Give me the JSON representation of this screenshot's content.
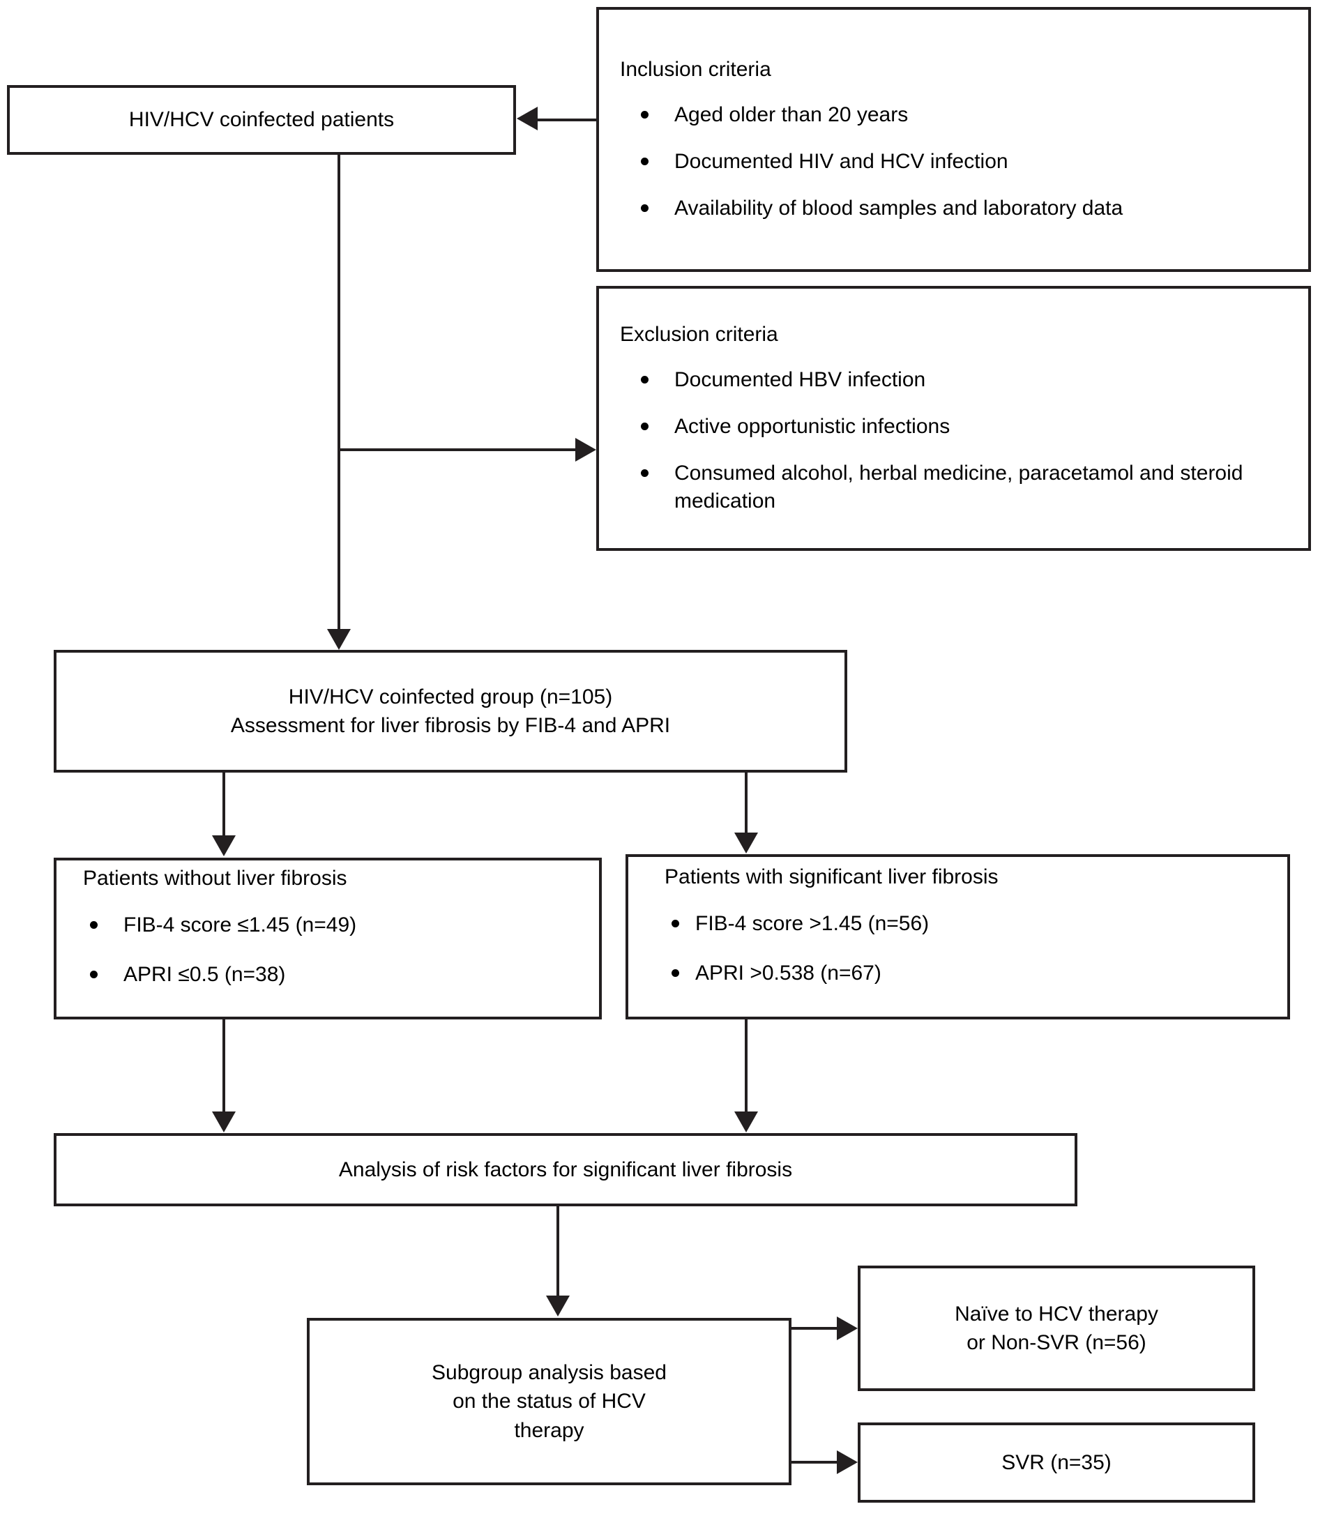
{
  "diagram": {
    "title": "HIV/HCV coinfection liver fibrosis study flow diagram",
    "stroke_color": "#231f20",
    "background_color": "#ffffff"
  },
  "nodes": {
    "cohort": {
      "label": "HIV/HCV coinfected patients"
    },
    "inclusion": {
      "title": "Inclusion criteria",
      "items": [
        "Aged older than 20 years",
        "Documented HIV and HCV infection",
        "Availability of blood samples and\nlaboratory data"
      ]
    },
    "exclusion": {
      "title": "Exclusion criteria",
      "items": [
        "Documented HBV infection",
        "Active opportunistic infections",
        "Consumed alcohol, herbal medicine,\nparacetamol and steroid medication"
      ]
    },
    "coinfected_group": {
      "line1": "HIV/HCV coinfected group (n=105)",
      "line2": "Assessment for liver fibrosis by FIB-4 and APRI"
    },
    "no_fibrosis": {
      "title": "Patients without liver fibrosis",
      "items": [
        "FIB-4 score ≤1.45 (n=49)",
        "APRI ≤0.5 (n=38)"
      ]
    },
    "significant_fibrosis": {
      "title": "Patients with significant liver fibrosis",
      "items": [
        "FIB-4 score >1.45 (n=56)",
        "APRI >0.538 (n=67)"
      ]
    },
    "risk_analysis": {
      "label": "Analysis of risk factors for significant liver fibrosis"
    },
    "subgroup": {
      "label": "Subgroup analysis based\non the status of HCV\ntherapy"
    },
    "naive_nonsvr": {
      "label": "Naïve to HCV therapy\nor Non-SVR (n=56)"
    },
    "svr": {
      "label": "SVR (n=35)"
    }
  }
}
